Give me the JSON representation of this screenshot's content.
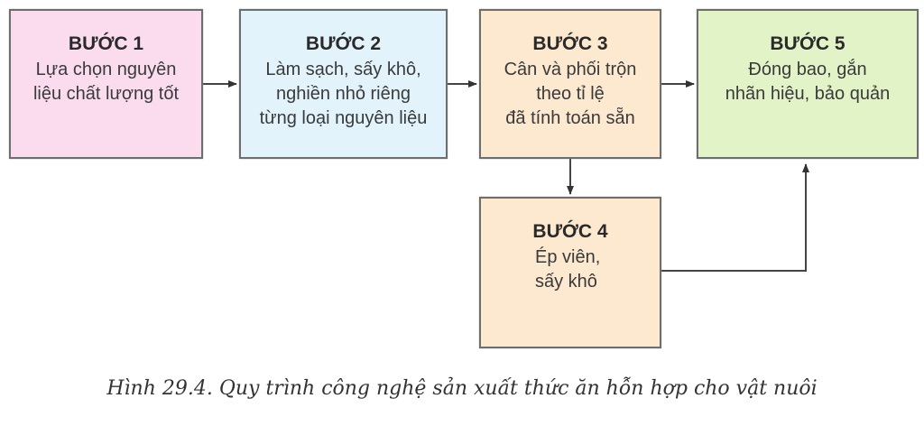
{
  "steps": [
    {
      "title": "BƯỚC 1",
      "lines": [
        "Lựa chọn nguyên",
        "liệu chất lượng tốt"
      ],
      "color": "#fbdcef"
    },
    {
      "title": "BƯỚC 2",
      "lines": [
        "Làm sạch, sấy khô,",
        "nghiền nhỏ riêng",
        "từng loại nguyên liệu"
      ],
      "color": "#e2f3fb"
    },
    {
      "title": "BƯỚC 3",
      "lines": [
        "Cân và phối trộn",
        "theo tỉ lệ",
        "đã tính toán sẵn"
      ],
      "color": "#fde8d0"
    },
    {
      "title": "BƯỚC 4",
      "lines": [
        "Ép viên,",
        "sấy khô"
      ],
      "color": "#fde8d0"
    },
    {
      "title": "BƯỚC 5",
      "lines": [
        "Đóng bao, gắn",
        "nhãn hiệu, bảo quản"
      ],
      "color": "#e3f3c8"
    }
  ],
  "edges": [
    [
      "BƯỚC 1",
      "BƯỚC 2"
    ],
    [
      "BƯỚC 2",
      "BƯỚC 3"
    ],
    [
      "BƯỚC 3",
      "BƯỚC 5"
    ],
    [
      "BƯỚC 3",
      "BƯỚC 4"
    ],
    [
      "BƯỚC 4",
      "BƯỚC 5"
    ]
  ],
  "caption": "Hình 29.4. Quy trình công nghệ sản xuất thức ăn hỗn hợp cho vật nuôi"
}
